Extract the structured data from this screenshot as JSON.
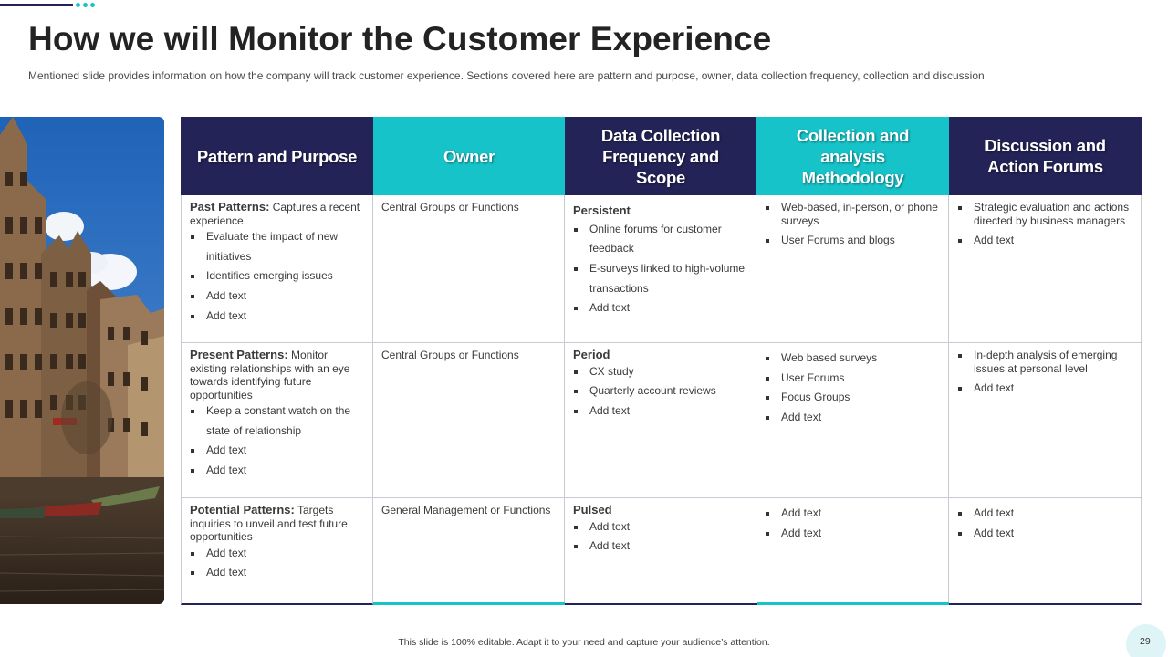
{
  "slide": {
    "title": "How we will Monitor the Customer Experience",
    "subtitle": "Mentioned slide provides information on how the company will track customer experience. Sections covered here are pattern and purpose, owner, data collection frequency, collection and discussion",
    "footer": "This slide is 100% editable.  Adapt it to your need and capture your audience’s attention.",
    "page_number": "29"
  },
  "colors": {
    "navy": "#232357",
    "teal": "#16c3c8"
  },
  "table": {
    "headers": [
      "Pattern and Purpose",
      "Owner",
      "Data Collection Frequency and Scope",
      "Collection and analysis Methodology",
      "Discussion and Action Forums"
    ],
    "rows": [
      {
        "pattern_head": "Past Patterns:",
        "pattern_text": " Captures a recent experience.",
        "pattern_bullets": [
          "Evaluate the impact of new initiatives",
          "Identifies emerging issues",
          "Add text",
          "Add text"
        ],
        "owner": "Central Groups or Functions",
        "freq_head": "Persistent",
        "freq_bullets": [
          "Online forums for customer feedback",
          "E-surveys linked to high-volume transactions",
          "Add text"
        ],
        "method_bullets": [
          "Web-based, in-person, or phone surveys",
          "User Forums and blogs"
        ],
        "forum_bullets": [
          "Strategic evaluation and actions directed by business managers",
          "Add text"
        ]
      },
      {
        "pattern_head": "Present Patterns:",
        "pattern_text": " Monitor existing relationships with an eye towards identifying future opportunities",
        "pattern_bullets": [
          "Keep a constant watch on the state of relationship",
          "Add text",
          "Add text"
        ],
        "owner": "Central Groups or Functions",
        "freq_head": "Period",
        "freq_bullets": [
          "CX study",
          "Quarterly account reviews",
          "Add text"
        ],
        "method_bullets": [
          "Web based surveys",
          "User Forums",
          "Focus Groups",
          "Add text"
        ],
        "forum_bullets": [
          "In-depth analysis of emerging issues at personal level",
          "Add text"
        ]
      },
      {
        "pattern_head": "Potential Patterns:",
        "pattern_text": " Targets inquiries to unveil and test future opportunities",
        "pattern_bullets": [
          "Add text",
          "Add text"
        ],
        "owner": "General Management or Functions",
        "freq_head": "Pulsed",
        "freq_bullets": [
          "Add text",
          "Add text"
        ],
        "method_bullets": [
          "Add text",
          "Add text"
        ],
        "forum_bullets": [
          "Add text",
          "Add text"
        ]
      }
    ]
  }
}
